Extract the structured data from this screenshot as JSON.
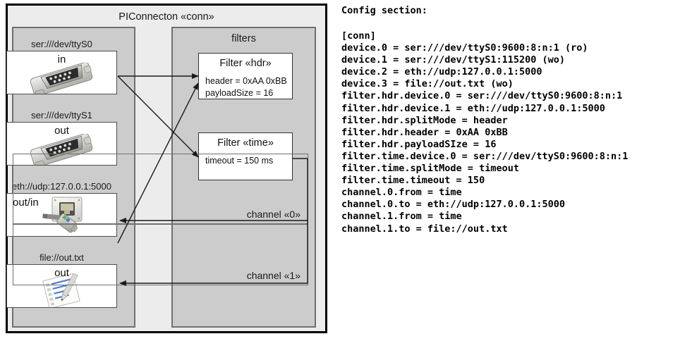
{
  "diagram": {
    "outer_title": "PIConnecton «conn»",
    "devices_group": {
      "name": "devices-group",
      "items": [
        {
          "label": "ser:///dev/ttyS0",
          "direction": "in",
          "icon": "serial-port-icon",
          "dir_align": "center"
        },
        {
          "label": "ser:///dev/ttyS1",
          "direction": "out",
          "icon": "serial-port-icon",
          "dir_align": "center"
        },
        {
          "label": "eth://udp:127.0.0.1:5000",
          "direction": "out/in",
          "icon": "ethernet-jack-icon",
          "dir_align": "left"
        },
        {
          "label": "file://out.txt",
          "direction": "out",
          "icon": "text-file-icon",
          "dir_align": "center"
        }
      ]
    },
    "filters_group": {
      "title": "filters",
      "filters": [
        {
          "title": "Filter «hdr»",
          "props": [
            "header = 0xAA 0xBB",
            "payloadSize = 16"
          ]
        },
        {
          "title": "Filter «time»",
          "props": [
            "timeout = 150 ms"
          ]
        }
      ],
      "channels": [
        {
          "label": "channel «0»"
        },
        {
          "label": "channel «1»"
        }
      ]
    },
    "colors": {
      "outer_fill": "#ececec",
      "group_fill": "#cccccc",
      "card_fill": "#ffffff",
      "outer_border": "#000000",
      "group_border": "#707070",
      "arrow": "#1a1a1a"
    }
  },
  "config": {
    "heading": "Config section:",
    "lines": [
      "[conn]",
      "device.0 = ser:///dev/ttyS0:9600:8:n:1 (ro)",
      "device.1 = ser:///dev/ttyS1:115200 (wo)",
      "device.2 = eth://udp:127.0.0.1:5000",
      "device.3 = file://out.txt (wo)",
      "filter.hdr.device.0 = ser:///dev/ttyS0:9600:8:n:1",
      "filter.hdr.device.1 = eth://udp:127.0.0.1:5000",
      "filter.hdr.splitMode = header",
      "filter.hdr.header = 0xAA 0xBB",
      "filter.hdr.payloadSIze = 16",
      "filter.time.device.0 = ser:///dev/ttyS0:9600:8:n:1",
      "filter.time.splitMode = timeout",
      "filter.time.timeout = 150",
      "channel.0.from = time",
      "channel.0.to = eth://udp:127.0.0.1:5000",
      "channel.1.from = time",
      "channel.1.to = file://out.txt"
    ]
  }
}
